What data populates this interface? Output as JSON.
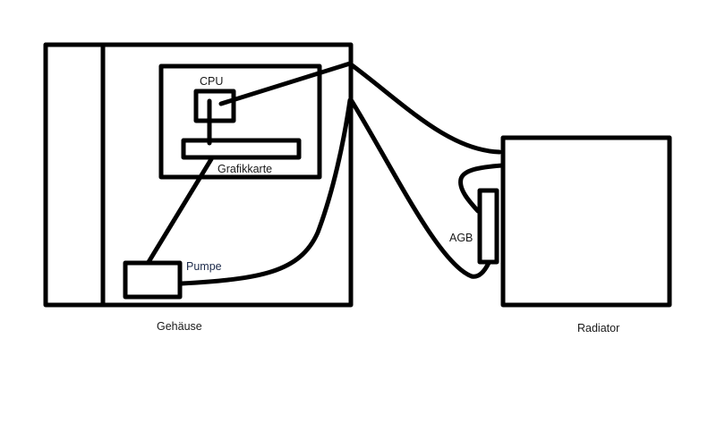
{
  "labels": {
    "cpu": "CPU",
    "gpu": "Grafikkarte",
    "pump": "Pumpe",
    "case": "Gehäuse",
    "reservoir": "AGB",
    "radiator": "Radiator"
  }
}
